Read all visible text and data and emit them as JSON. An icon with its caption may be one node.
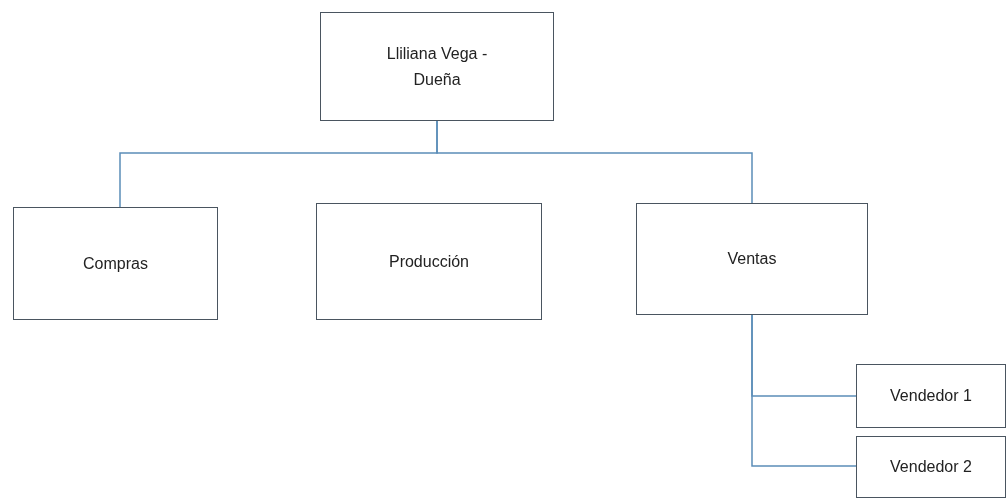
{
  "diagram": {
    "nodes": [
      {
        "text": [
          "Lliliana Vega - Dueña"
        ]
      },
      {
        "text": [
          "Compras"
        ]
      },
      {
        "text": [
          "Producción"
        ]
      },
      {
        "text": [
          "Ventas"
        ]
      },
      {
        "text": [
          "Vendedor 1"
        ]
      },
      {
        "text": [
          "Vendedor 2"
        ]
      }
    ],
    "edges": [
      {
        "from": 0,
        "to": 1,
        "arrow": "none"
      },
      {
        "from": 0,
        "to": 3,
        "arrow": "none"
      },
      {
        "from": 3,
        "to": 4,
        "arrow": "none"
      },
      {
        "from": 3,
        "to": 5,
        "arrow": "none"
      }
    ]
  }
}
